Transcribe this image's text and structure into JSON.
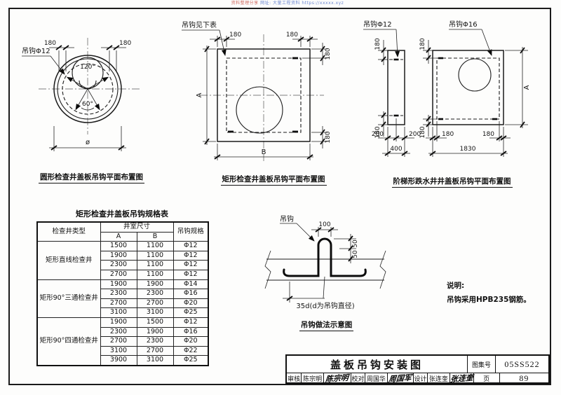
{
  "watermark": {
    "red": "资料整理分享",
    "blue": "网址: 大量工程资料 https://xxxxx.xyz"
  },
  "dims": {
    "d180": "180",
    "d200": "200",
    "d400": "400",
    "d1830": "1830",
    "d100": "100",
    "d50": "50",
    "a": "A",
    "b": "B",
    "dia": "ø",
    "deg120": "120°",
    "deg60": "60°"
  },
  "diagrams": {
    "circular": {
      "title": "圆形检查井盖板吊钩平面布置图",
      "hook_label": "吊钩Φ12"
    },
    "rect": {
      "title": "矩形检查井盖板吊钩平面布置图",
      "hook_note": "吊钩见下表"
    },
    "stepped": {
      "title": "阶梯形跌水井井盖板吊钩平面布置图",
      "hook12": "吊钩Φ12",
      "hook16": "吊钩Φ16"
    },
    "hook_detail": {
      "title": "吊钩做法示意图",
      "hook_label": "吊钩",
      "note_35d": "35d(d为吊钩直径)"
    }
  },
  "notes": {
    "heading": "说明:",
    "line1": "吊钩采用HPB235钢筋。"
  },
  "spec_table": {
    "title": "矩形检查井盖板吊钩规格表",
    "headers": {
      "type": "检查井类型",
      "size": "井室尺寸",
      "a": "A",
      "b": "B",
      "spec": "吊钩规格"
    },
    "groups": [
      {
        "label": "矩形直线检查井",
        "rows": [
          {
            "a": "1500",
            "b": "1100",
            "spec": "Φ12"
          },
          {
            "a": "1900",
            "b": "1100",
            "spec": "Φ12"
          },
          {
            "a": "2300",
            "b": "1100",
            "spec": "Φ12"
          },
          {
            "a": "2700",
            "b": "1100",
            "spec": "Φ12"
          }
        ]
      },
      {
        "label": "矩形90°三通检查井",
        "rows": [
          {
            "a": "1900",
            "b": "1900",
            "spec": "Φ14"
          },
          {
            "a": "2300",
            "b": "2300",
            "spec": "Φ16"
          },
          {
            "a": "2700",
            "b": "2700",
            "spec": "Φ20"
          },
          {
            "a": "3100",
            "b": "3100",
            "spec": "Φ25"
          }
        ]
      },
      {
        "label": "矩形90°四通检查井",
        "rows": [
          {
            "a": "1900",
            "b": "1500",
            "spec": "Φ12"
          },
          {
            "a": "2300",
            "b": "1900",
            "spec": "Φ16"
          },
          {
            "a": "2700",
            "b": "2300",
            "spec": "Φ20"
          },
          {
            "a": "3100",
            "b": "2700",
            "spec": "Φ22"
          },
          {
            "a": "3900",
            "b": "3100",
            "spec": "Φ25"
          }
        ]
      }
    ]
  },
  "title_block": {
    "drawing_title": "盖板吊钩安装图",
    "atlas_label": "图集号",
    "atlas_no": "05SS522",
    "page_label": "页",
    "page_no": "89",
    "review_label": "审核",
    "reviewer": "陈宗明",
    "reviewer_sig": "陈宗明",
    "check_label": "校对",
    "checker": "周国华",
    "checker_sig": "周国军",
    "design_label": "设计",
    "designer": "张连奎",
    "designer_sig": "张连奎"
  }
}
